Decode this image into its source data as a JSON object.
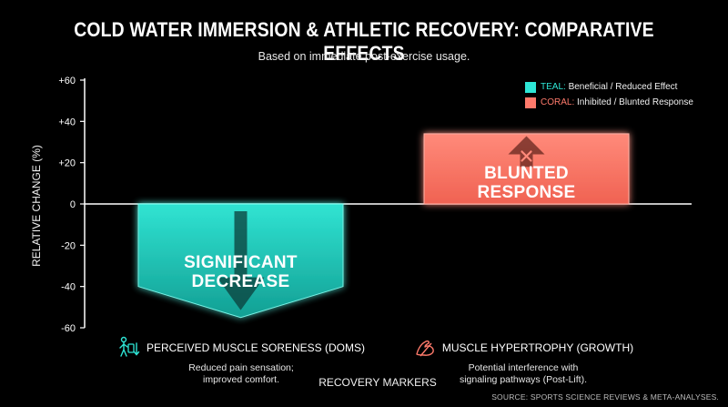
{
  "chart_data": {
    "type": "bar",
    "title": "COLD WATER IMMERSION & ATHLETIC RECOVERY: COMPARATIVE EFFECTS",
    "subtitle": "Based on immediate post-exercise usage.",
    "xlabel": "RECOVERY MARKERS",
    "ylabel": "RELATIVE CHANGE (%)",
    "ylim": [
      -60,
      60
    ],
    "yticks": [
      "+60",
      "+40",
      "+20",
      "0",
      "-20",
      "-40",
      "-60"
    ],
    "ytick_values": [
      60,
      40,
      20,
      0,
      -20,
      -40,
      -60
    ],
    "grid": false,
    "legend_placement": "top-right",
    "legend": [
      {
        "key": "TEAL:",
        "text": " Beneficial / Reduced Effect",
        "color": "#2ee6d6"
      },
      {
        "key": "CORAL:",
        "text": " Inhibited / Blunted Response",
        "color": "#ff7a6b"
      }
    ],
    "categories": [
      {
        "label": "PERCEIVED MUSCLE SORENESS (DOMS)",
        "desc": [
          "Reduced pain sensation;",
          "improved comfort."
        ],
        "icon": "soreness-icon",
        "value": -40,
        "tip": -55,
        "color": "#2ee6d6",
        "bar_text": [
          "SIGNIFICANT",
          "DECREASE"
        ]
      },
      {
        "label": "MUSCLE HYPERTROPHY (GROWTH)",
        "desc": [
          "Potential interference with",
          "signaling pathways (Post-Lift)."
        ],
        "icon": "muscle-arm-icon",
        "value": 34,
        "tip": 32,
        "color": "#ff7a6b",
        "bar_text": [
          "BLUNTED",
          "RESPONSE"
        ]
      }
    ],
    "source": "SOURCE: SPORTS SCIENCE REVIEWS & META-ANALYSES."
  }
}
